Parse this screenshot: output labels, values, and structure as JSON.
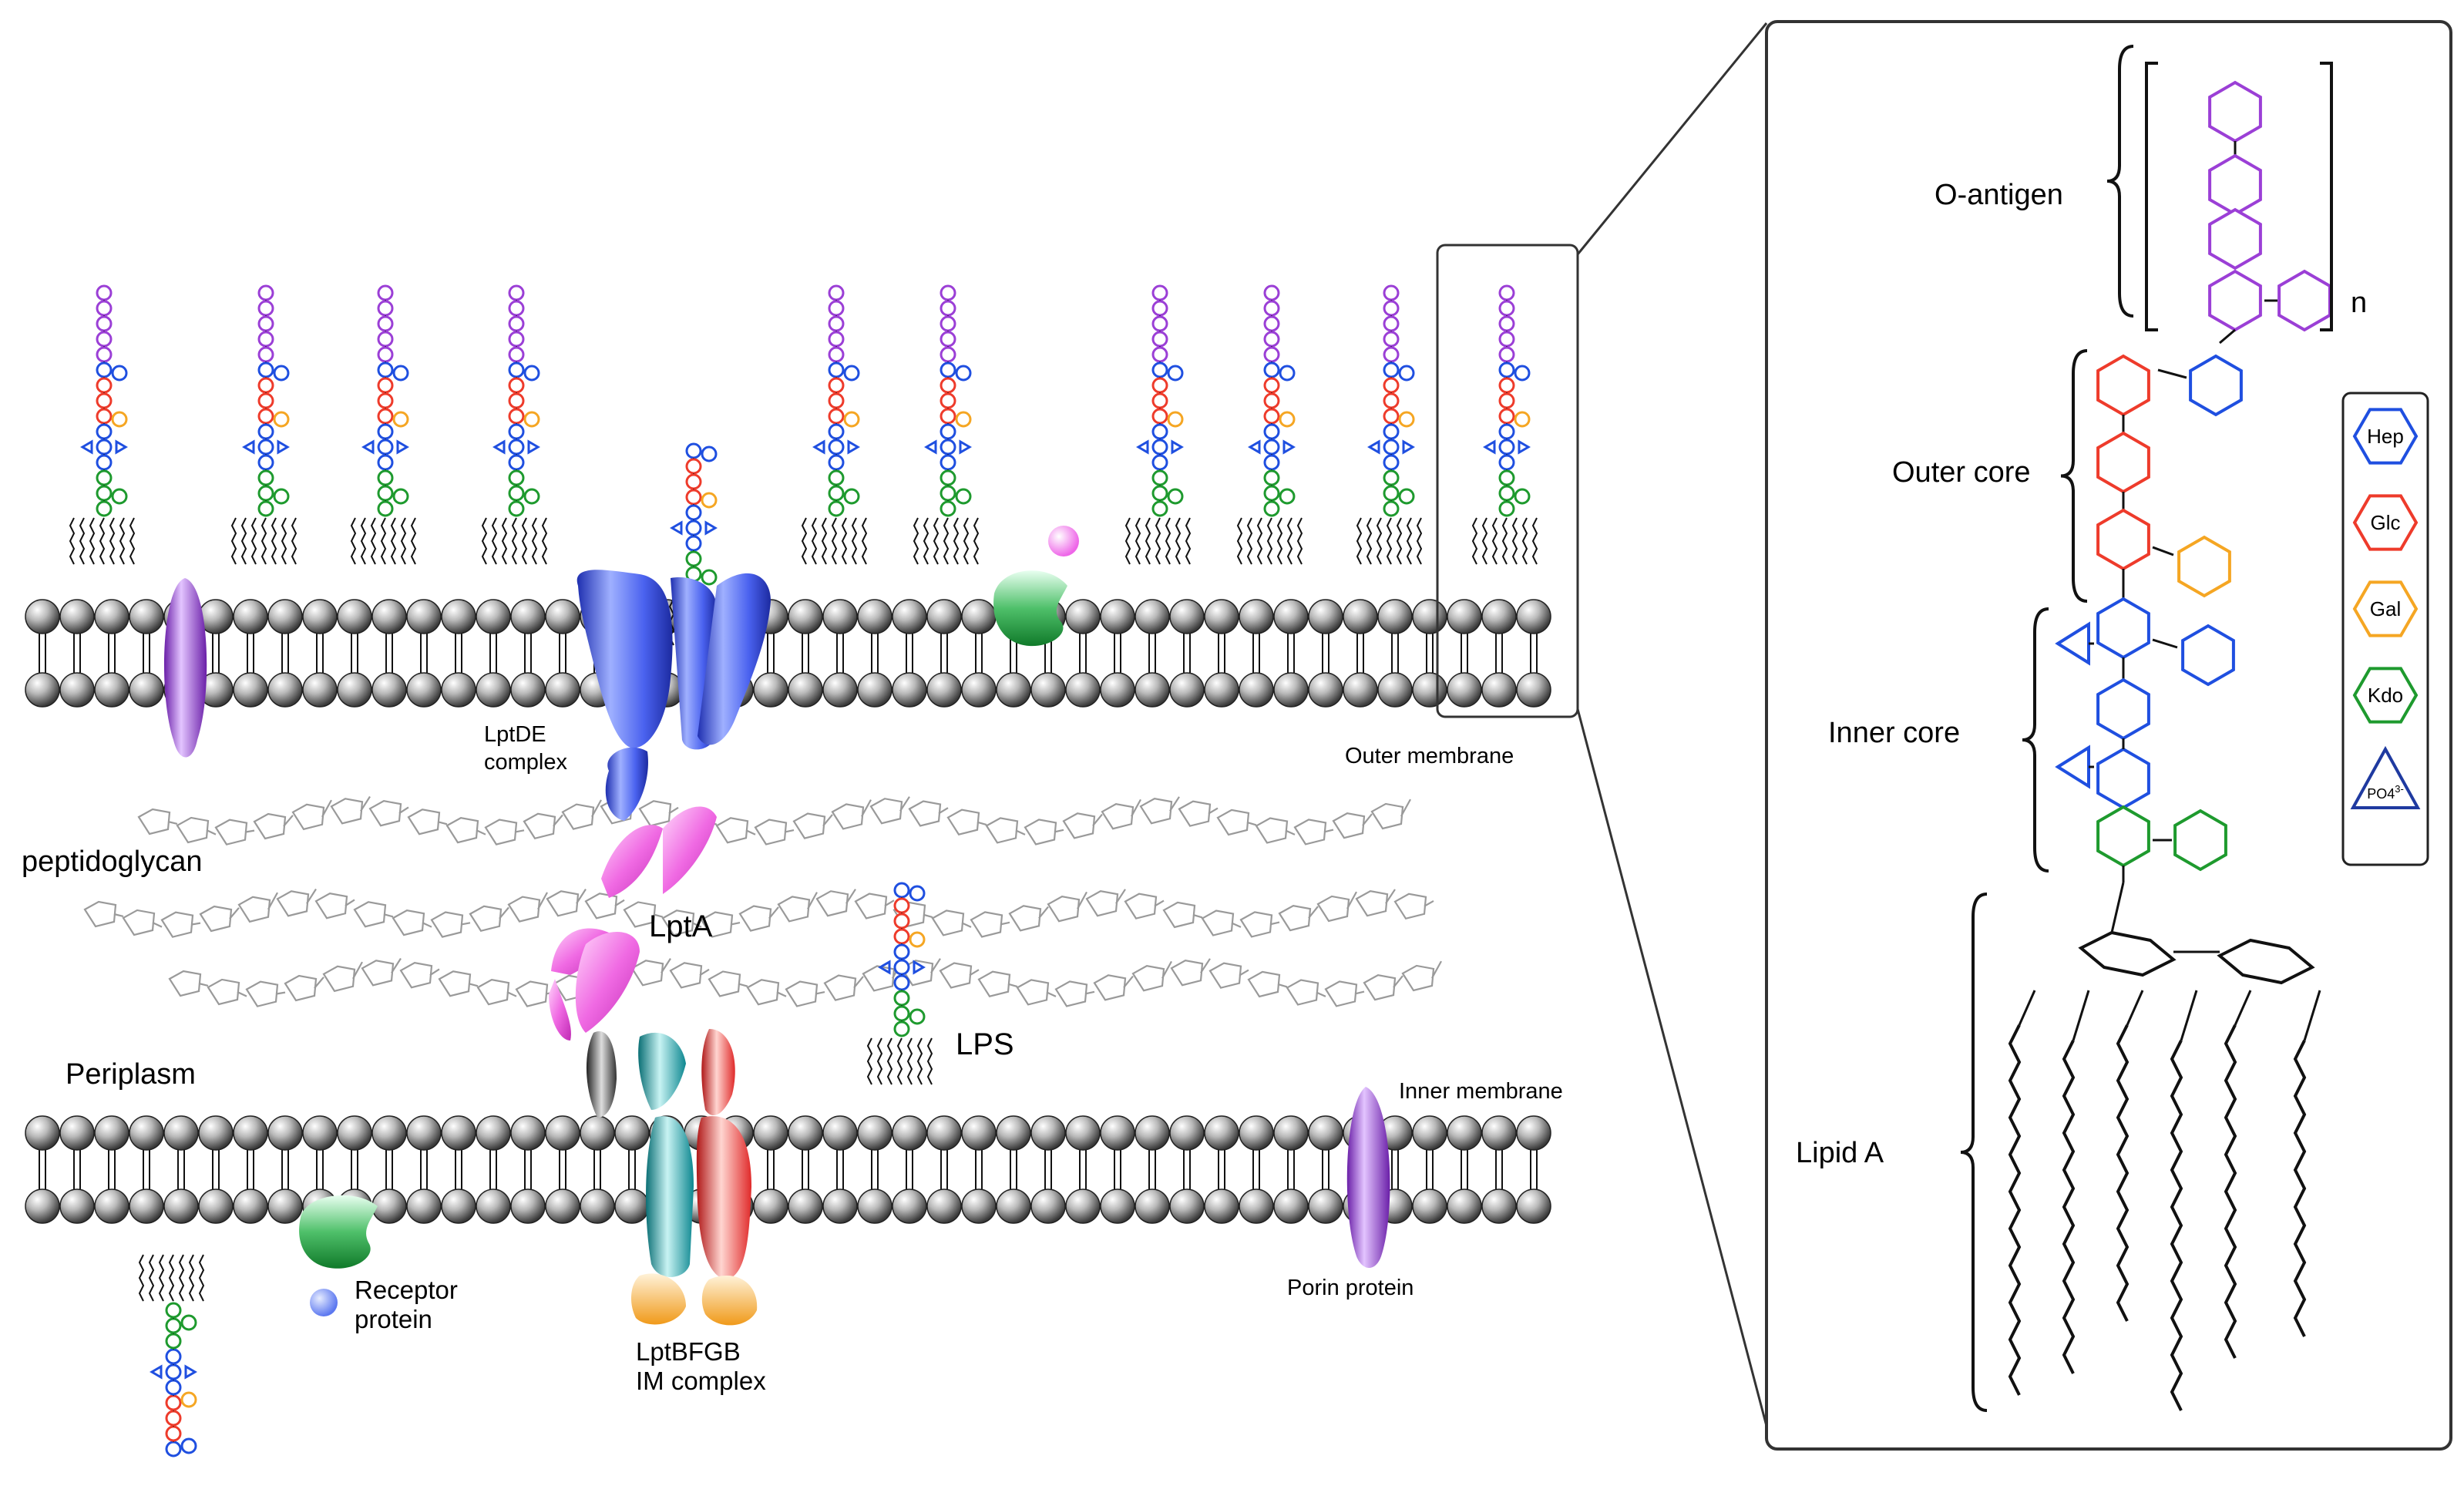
{
  "labels": {
    "lptde": [
      "LptDE",
      "complex"
    ],
    "outer_membrane": "Outer membrane",
    "peptidoglycan": "peptidoglycan",
    "lpta": "LptA",
    "periplasm": "Periplasm",
    "lps": "LPS",
    "inner_membrane": "Inner membrane",
    "receptor": [
      "Receptor",
      "protein"
    ],
    "lptbfgb": [
      "LptBFGB",
      "IM complex"
    ],
    "porin": "Porin protein"
  },
  "panel": {
    "o_antigen": "O-antigen",
    "repeat_n": "n",
    "outer_core": "Outer core",
    "inner_core": "Inner core",
    "lipid_a": "Lipid A"
  },
  "legend": [
    {
      "label": "Hep",
      "color": "#1f4fe0",
      "shape": "hexagon"
    },
    {
      "label": "Glc",
      "color": "#ee3b2b",
      "shape": "hexagon"
    },
    {
      "label": "Gal",
      "color": "#f5a623",
      "shape": "hexagon"
    },
    {
      "label": "Kdo",
      "color": "#1e9a2e",
      "shape": "hexagon"
    },
    {
      "label": "PO4",
      "sup": "3-",
      "color": "#1f3aa0",
      "shape": "triangle"
    }
  ],
  "colors": {
    "hep": "#1f4fe0",
    "glc": "#ee3b2b",
    "gal": "#f5a623",
    "kdo": "#1e9a2e",
    "oantigen": "#9b3fd6",
    "lptde": "#3a55e0",
    "lpta": "#ee5fe0",
    "porin": "#9a3fd0",
    "receptor": "#2aa84a",
    "lptb": "#f6a830",
    "lptf": "#1a9aa0",
    "lptg": "#ee3030",
    "pg": "#9a9a9a"
  }
}
